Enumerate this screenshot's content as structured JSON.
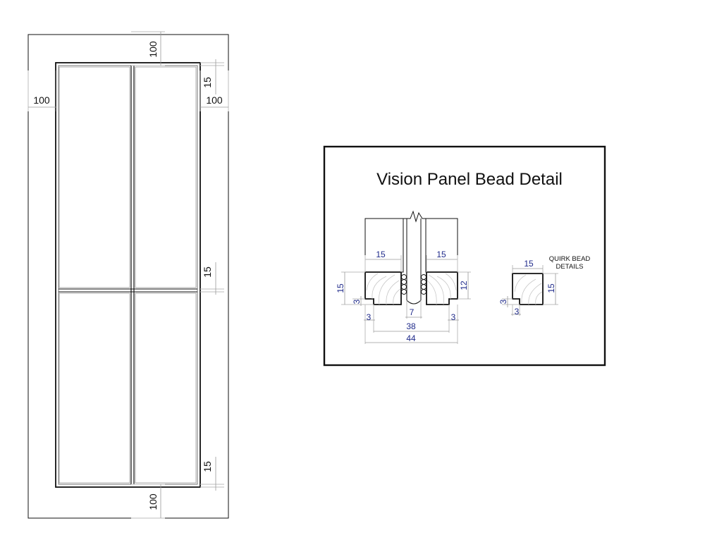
{
  "door": {
    "dims": {
      "top_rail": "100",
      "left_stile": "100",
      "right_stile": "100",
      "bottom_rail": "100",
      "bead_top": "15",
      "bead_mid": "15",
      "bead_bottom": "15"
    }
  },
  "detail": {
    "title": "Vision Panel Bead Detail",
    "dims": {
      "bead_left_width": "15",
      "bead_right_width": "15",
      "height_left": "15",
      "height_right": "12",
      "quirk_left": "3",
      "quirk_left_bottom": "3",
      "glass_gap": "7",
      "quirk_right": "3",
      "inner_width": "38",
      "overall_width": "44"
    },
    "quirk": {
      "label_line1": "QUIRK BEAD",
      "label_line2": "DETAILS",
      "width": "15",
      "height": "15",
      "quirk_h": "3",
      "quirk_w": "3"
    }
  },
  "colors": {
    "line": "#111111",
    "dimension_text": "#1f2a8a",
    "extension": "#bdbdbd"
  }
}
